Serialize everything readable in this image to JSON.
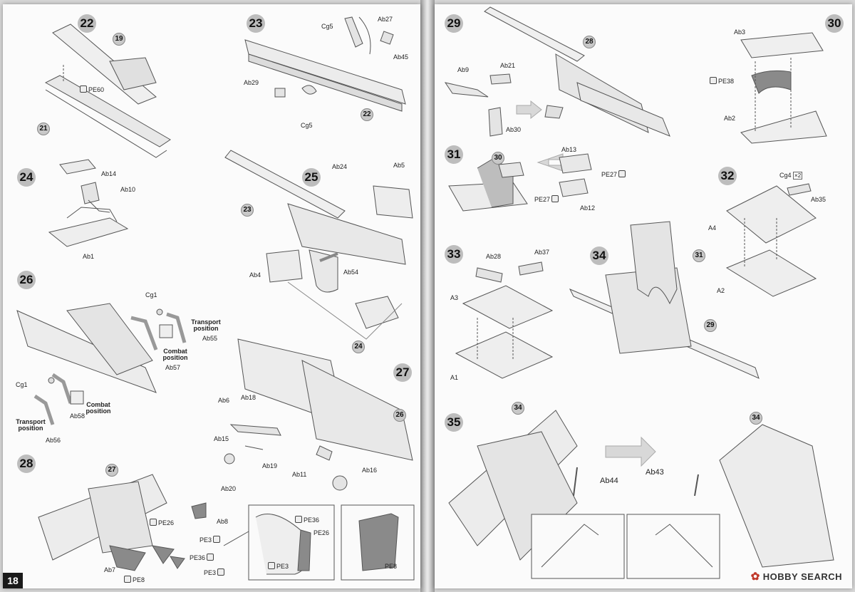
{
  "left_page": {
    "folio": "18",
    "steps": [
      "22",
      "23",
      "24",
      "25",
      "26",
      "27",
      "28"
    ],
    "refs": {
      "s22a": "19",
      "s22b": "21",
      "s23a": "22",
      "s25a": "23",
      "s25b": "24",
      "s27a": "26",
      "s28a": "27"
    },
    "labels": {
      "pe60": "PE60",
      "cg5a": "Cg5",
      "ab27": "Ab27",
      "ab45": "Ab45",
      "ab29": "Ab29",
      "cg5b": "Cg5",
      "ab14": "Ab14",
      "ab10": "Ab10",
      "ab1": "Ab1",
      "ab24": "Ab24",
      "ab5": "Ab5",
      "ab4": "Ab4",
      "ab54": "Ab54",
      "cg1a": "Cg1",
      "ab55": "Ab55",
      "ab57": "Ab57",
      "cg1b": "Cg1",
      "ab58": "Ab58",
      "ab56": "Ab56",
      "ab6": "Ab6",
      "ab18": "Ab18",
      "ab15": "Ab15",
      "ab19": "Ab19",
      "ab11": "Ab11",
      "ab16": "Ab16",
      "ab20": "Ab20",
      "pe26a": "PE26",
      "ab8": "Ab8",
      "pe3a": "PE3",
      "pe36a": "PE36",
      "ab7": "Ab7",
      "pe8a": "PE8",
      "pe3b": "PE3",
      "pe36b": "PE36",
      "pe26b": "PE26",
      "pe3c": "PE3",
      "pe8b": "PE8"
    },
    "positions": {
      "transport1": "Transport\nposition",
      "combat1": "Combat\nposition",
      "combat2": "Combat\nposition",
      "transport2": "Transport\nposition"
    }
  },
  "right_page": {
    "steps": [
      "29",
      "30",
      "31",
      "32",
      "33",
      "34",
      "35"
    ],
    "refs": {
      "s29a": "28",
      "s31a": "30",
      "s34a": "31",
      "s34b": "29",
      "s35a": "34",
      "s35b": "34"
    },
    "labels": {
      "ab9": "Ab9",
      "ab21": "Ab21",
      "ab30": "Ab30",
      "ab3": "Ab3",
      "pe38": "PE38",
      "ab2": "Ab2",
      "ab13": "Ab13",
      "pe27a": "PE27",
      "pe27b": "PE27",
      "ab12": "Ab12",
      "cg4": "Cg4",
      "cg4_qty": "×2",
      "ab35": "Ab35",
      "a4": "A4",
      "a2": "A2",
      "ab28": "Ab28",
      "ab37": "Ab37",
      "a3": "A3",
      "a1": "A1",
      "ab44": "Ab44",
      "ab43": "Ab43"
    },
    "watermark": "HOBBY SEARCH"
  },
  "colors": {
    "page": "#fbfbfb",
    "line": "#555555",
    "step_badge": "#bdbdbd",
    "pe_part": "#8a8a8a"
  }
}
